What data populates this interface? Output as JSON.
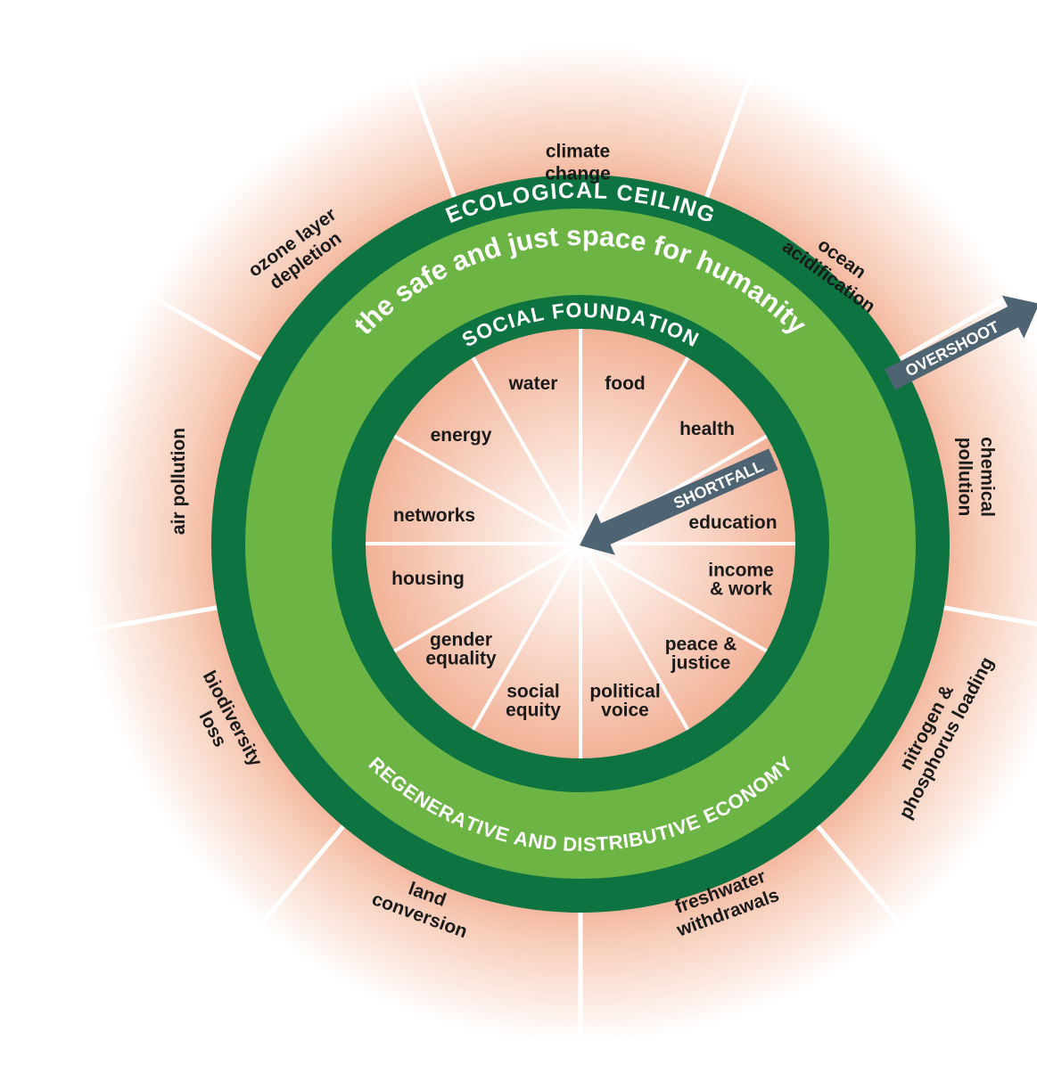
{
  "rings": {
    "ecological_ceiling": "ECOLOGICAL CEILING",
    "safe_space": "the safe and just space for humanity",
    "social_foundation": "SOCIAL FOUNDATION",
    "economy": "REGENERATIVE AND DISTRIBUTIVE ECONOMY"
  },
  "arrows": {
    "overshoot": "OVERSHOOT",
    "shortfall": "SHORTFALL"
  },
  "ecological": [
    [
      "climate",
      "change"
    ],
    [
      "ocean",
      "acidification"
    ],
    [
      "chemical",
      "pollution"
    ],
    [
      "nitrogen &",
      "phosphorus loading"
    ],
    [
      "freshwater",
      "withdrawals"
    ],
    [
      "land",
      "conversion"
    ],
    [
      "biodiversity",
      "loss"
    ],
    [
      "air pollution"
    ],
    [
      "ozone layer",
      "depletion"
    ]
  ],
  "social": [
    [
      "water"
    ],
    [
      "food"
    ],
    [
      "health"
    ],
    [
      "education"
    ],
    [
      "income",
      "& work"
    ],
    [
      "peace &",
      "justice"
    ],
    [
      "political",
      "voice"
    ],
    [
      "social",
      "equity"
    ],
    [
      "gender",
      "equality"
    ],
    [
      "housing"
    ],
    [
      "networks"
    ],
    [
      "energy"
    ]
  ],
  "colors": {
    "dark_green": "#0d7340",
    "light_green": "#6cb545",
    "salmon": "#f3b196",
    "arrow": "#4f6472"
  }
}
